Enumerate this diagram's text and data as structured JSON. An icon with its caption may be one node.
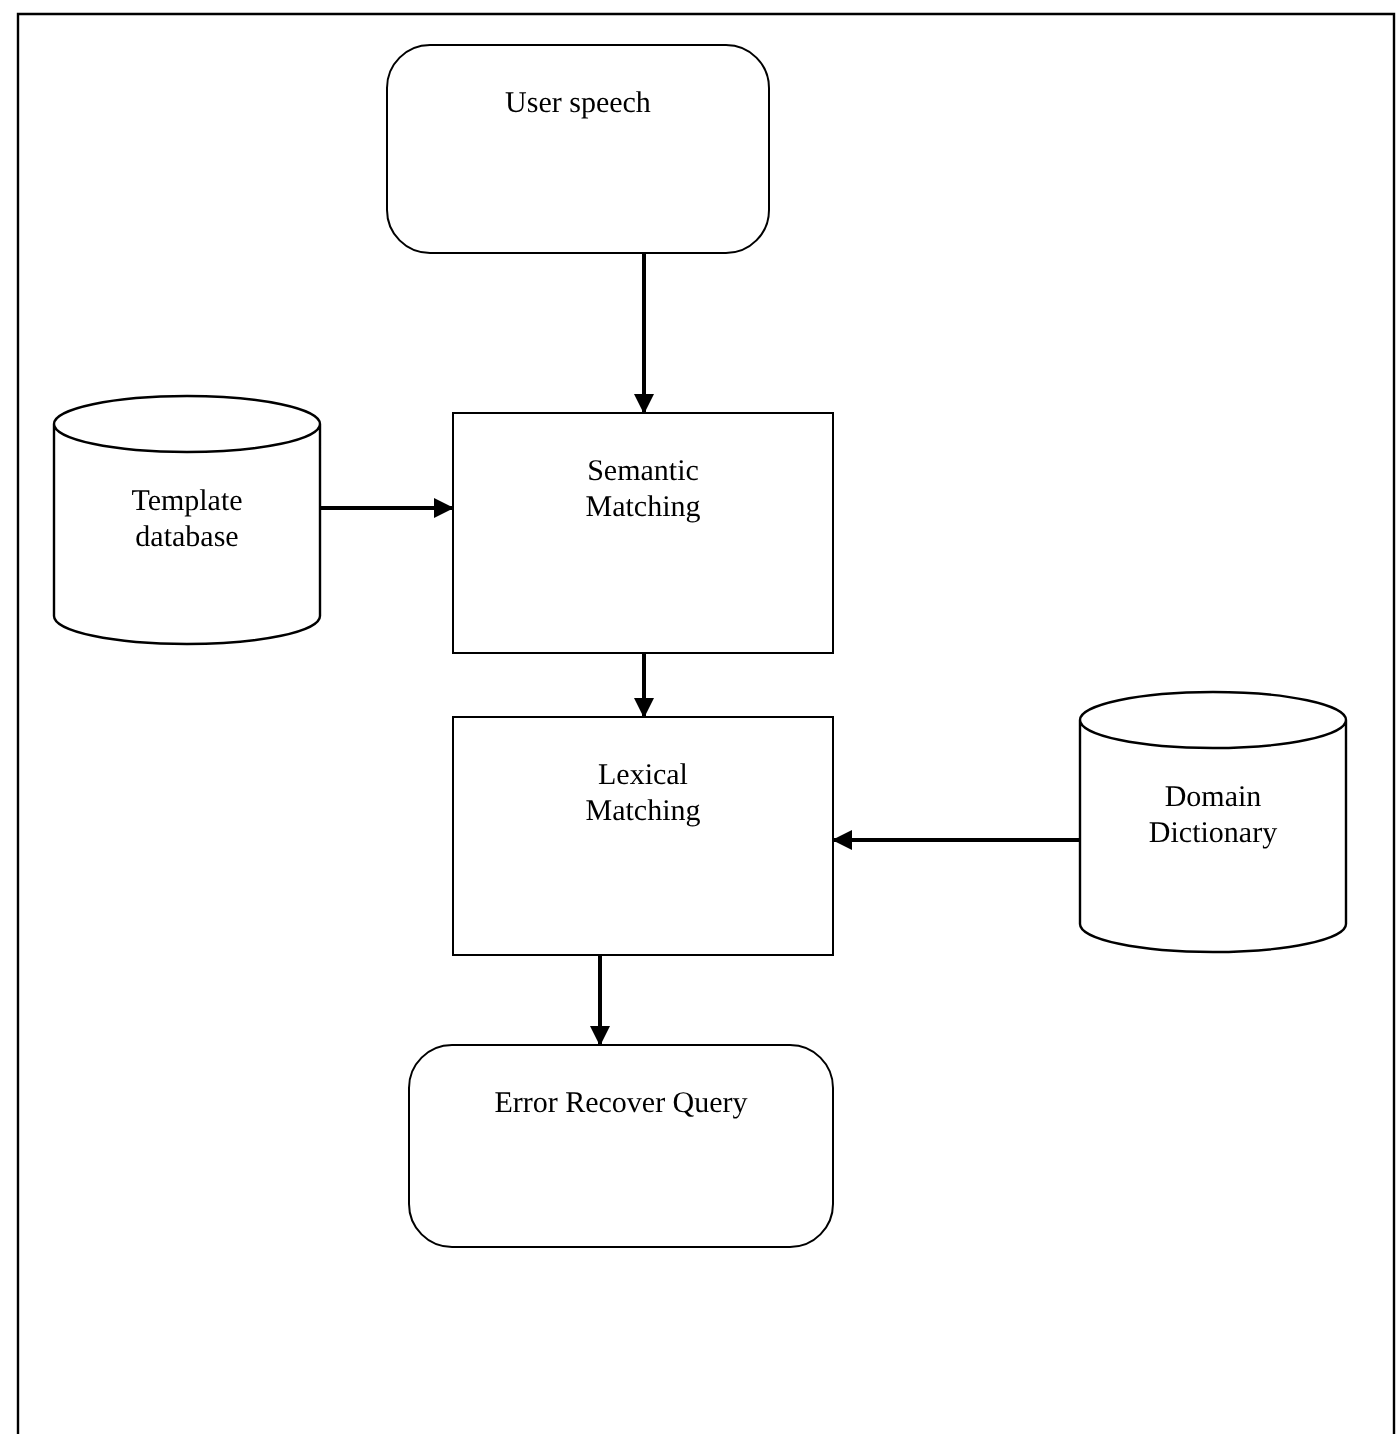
{
  "diagram": {
    "nodes": [
      {
        "text": [
          "User speech"
        ]
      },
      {
        "text": [
          "Template database"
        ]
      },
      {
        "text": [
          "Semantic Matching"
        ]
      },
      {
        "text": [
          "Lexical Matching"
        ]
      },
      {
        "text": [
          "Domain Dictionary"
        ]
      },
      {
        "text": [
          "Error Recover Query"
        ]
      }
    ],
    "edges": [
      {
        "from": 0,
        "to": 2,
        "arrow": "to"
      },
      {
        "from": 1,
        "to": 2,
        "arrow": "to"
      },
      {
        "from": 2,
        "to": 3,
        "arrow": "to"
      },
      {
        "from": 4,
        "to": 3,
        "arrow": "to"
      },
      {
        "from": 3,
        "to": 5,
        "arrow": "to"
      }
    ]
  }
}
